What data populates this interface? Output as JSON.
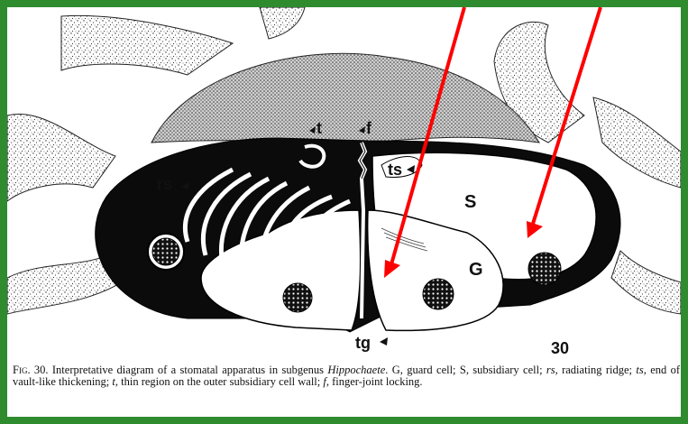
{
  "labels": {
    "t": "t",
    "f": "f",
    "rs": "rs",
    "ts": "ts",
    "S": "S",
    "G": "G",
    "tg": "tg",
    "fig_number": "30"
  },
  "caption": {
    "fig_prefix": "Fig. 30.",
    "text_1": "Interpretative diagram of a stomatal apparatus in subgenus",
    "genus": "Hippochaete",
    "text_2": ". G, guard cell; S, subsidiary cell;",
    "rs_abbr": "rs",
    "rs_desc": ", radiating ridge;",
    "ts_abbr": "ts",
    "ts_desc": ", end of vault-like thickening;",
    "t_abbr": "t",
    "t_desc": ", thin region on the outer subsidiary cell wall;",
    "f_abbr": "f",
    "f_desc": ", finger-joint locking."
  },
  "colors": {
    "frame_border": "#2e8b2e",
    "annotation_arrows": "#ff0000"
  }
}
